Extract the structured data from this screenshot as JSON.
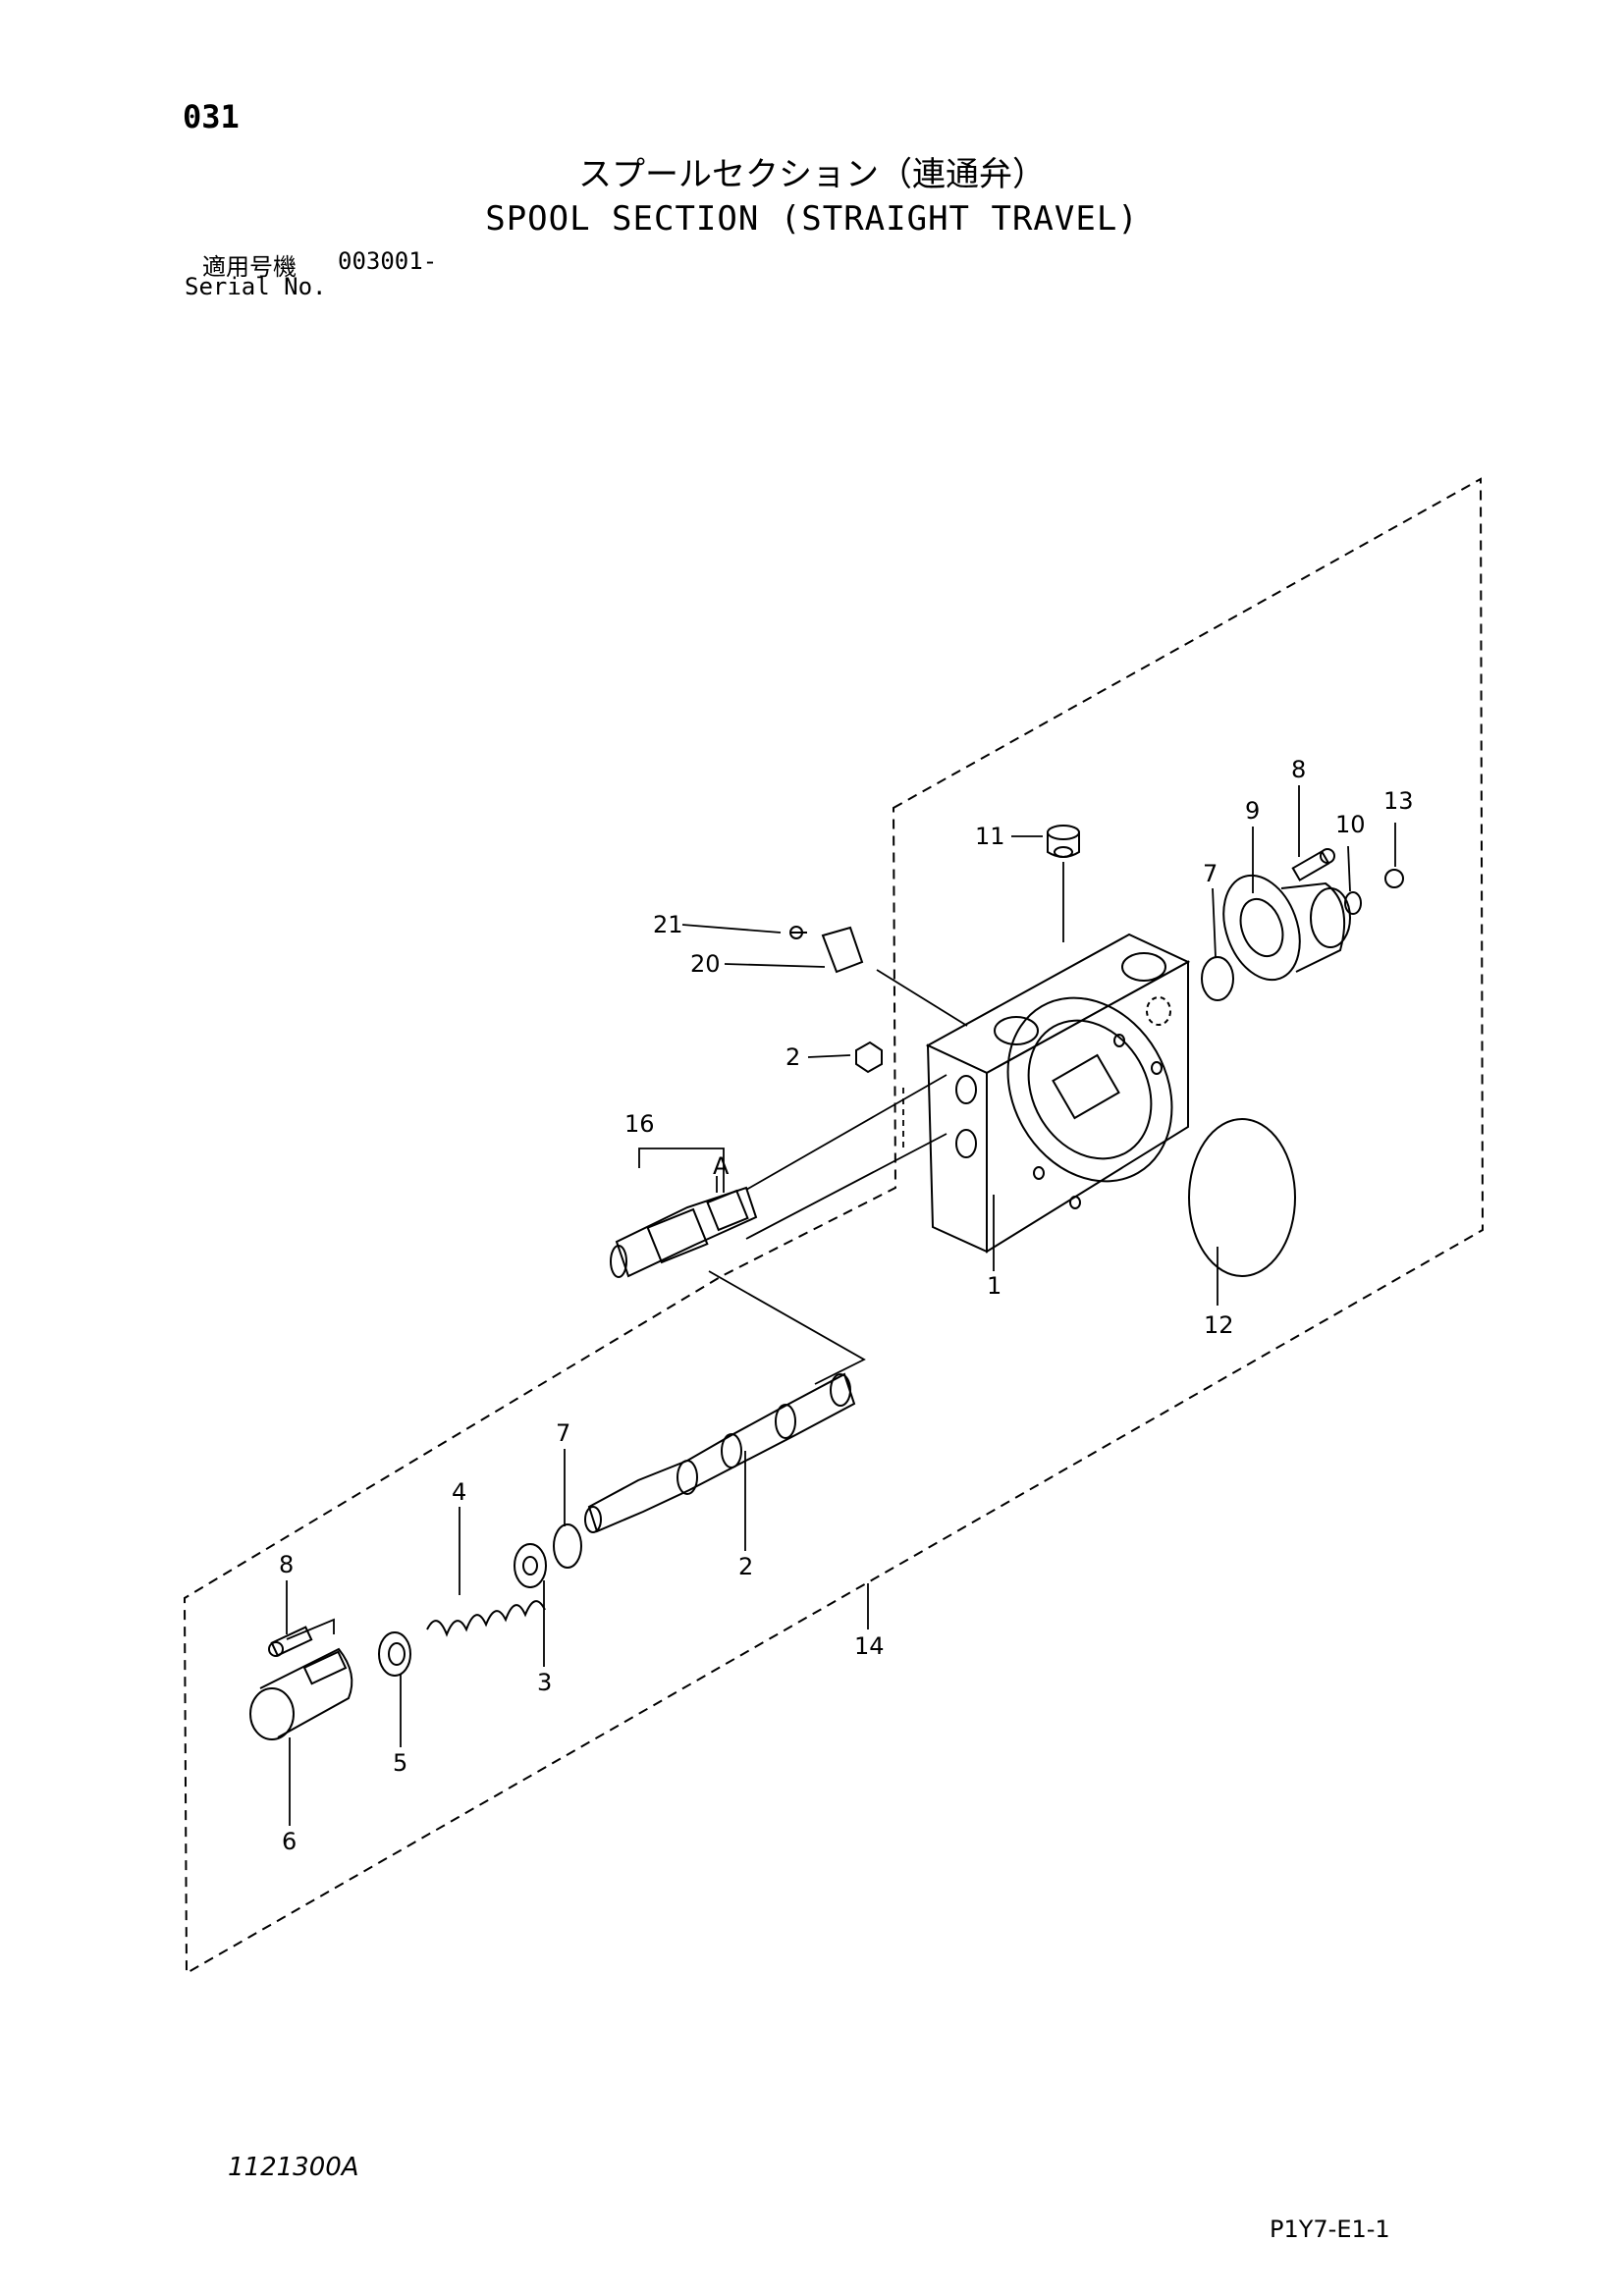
{
  "header": {
    "page_number": "031",
    "title_jp": "スプールセクション（連通弁）",
    "title_en": "SPOOL SECTION (STRAIGHT TRAVEL)",
    "serial_label_jp": "適用号機",
    "serial_value": "003001-",
    "serial_label_en": "Serial No."
  },
  "callouts": [
    {
      "id": "c-11",
      "label": "11"
    },
    {
      "id": "c-8-top",
      "label": "8"
    },
    {
      "id": "c-9",
      "label": "9"
    },
    {
      "id": "c-10",
      "label": "10"
    },
    {
      "id": "c-13",
      "label": "13"
    },
    {
      "id": "c-7-top",
      "label": "7"
    },
    {
      "id": "c-21",
      "label": "21"
    },
    {
      "id": "c-20",
      "label": "20"
    },
    {
      "id": "c-2-top",
      "label": "2"
    },
    {
      "id": "c-16",
      "label": "16"
    },
    {
      "id": "c-A",
      "label": "A"
    },
    {
      "id": "c-1",
      "label": "1"
    },
    {
      "id": "c-12",
      "label": "12"
    },
    {
      "id": "c-7-low",
      "label": "7"
    },
    {
      "id": "c-4",
      "label": "4"
    },
    {
      "id": "c-2-low",
      "label": "2"
    },
    {
      "id": "c-8-low",
      "label": "8"
    },
    {
      "id": "c-3",
      "label": "3"
    },
    {
      "id": "c-5",
      "label": "5"
    },
    {
      "id": "c-14",
      "label": "14"
    },
    {
      "id": "c-6",
      "label": "6"
    }
  ],
  "footer": {
    "drawing_code": "1121300A",
    "page_ref": "P1Y7-E1-1"
  }
}
